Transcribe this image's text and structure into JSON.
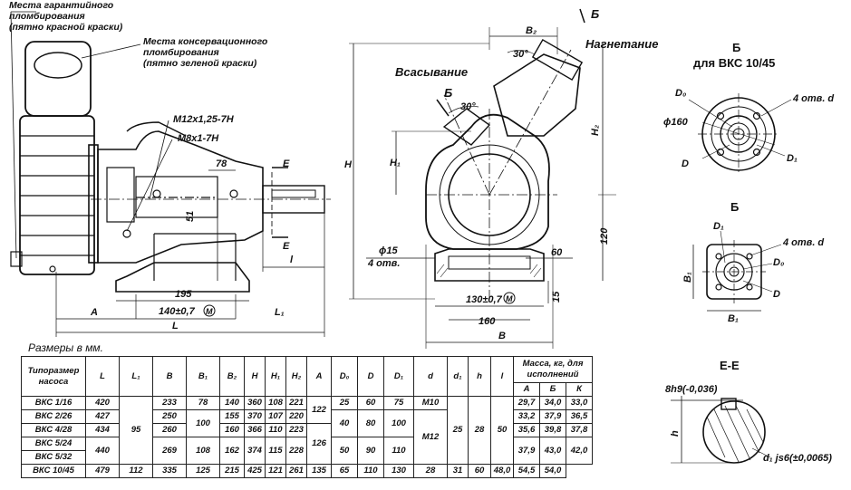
{
  "callouts": {
    "warranty_seal": "Места гарантийного\nпломбирования\n(пятно красной краски)",
    "conservation_seal": "Места консервационного\nпломбирования\n(пятно зеленой краски)",
    "thread_1": "М12х1,25-7Н",
    "thread_2": "М8х1-7Н",
    "suction": "Всасывание",
    "discharge": "Нагнетание",
    "view_b_arrow": "Б",
    "view_b_title": "Б",
    "view_b_sub": "для  ВКС 10/45",
    "view_b2_title": "Б",
    "section_ee_title": "Е-Е",
    "section_e": "Е"
  },
  "dims": {
    "A": "A",
    "L": "L",
    "L1": "L₁",
    "l": "l",
    "B": "B",
    "B1": "B₁",
    "B2": "B₂",
    "H": "H",
    "H1": "H₁",
    "H2": "H₂",
    "D": "D",
    "D0": "D₀",
    "D1": "D₁",
    "h": "h",
    "d1": "d₁ js6(±0,0065)",
    "key": "8h9(-0,036)",
    "dim_195": "195",
    "dim_140": "140±0,7",
    "dim_51": "51",
    "dim_78": "78",
    "dim_130": "130±0,7",
    "dim_160": "160",
    "dim_60": "60",
    "dim_15": "15",
    "dim_120": "120",
    "angle_30a": "30°",
    "angle_30b": "30°",
    "hole_15": "ϕ15",
    "holes_4": "4 отв.",
    "holes_4d_a": "4 отв. d",
    "holes_4d_b": "4 отв. d",
    "phi160": "ϕ160",
    "M": "M"
  },
  "table": {
    "caption": "Размеры в мм.",
    "col_type": "Типоразмер насоса",
    "mass_header": "Масса, кг, для исполнений",
    "headers": [
      "L",
      "L₁",
      "B",
      "B₁",
      "B₂",
      "H",
      "H₁",
      "H₂",
      "A",
      "D₀",
      "D",
      "D₁",
      "d",
      "d₁",
      "h",
      "l"
    ],
    "mass_cols": [
      "А",
      "Б",
      "К"
    ],
    "rows": [
      {
        "name": "ВКС 1/16",
        "L": "420",
        "B": "233",
        "B1": "78",
        "B2": "140",
        "H": "360",
        "H1": "108",
        "H2": "221",
        "D0": "25",
        "D": "60",
        "D1": "75",
        "d": "М10",
        "m": [
          "29,7",
          "34,0",
          "33,0"
        ]
      },
      {
        "name": "ВКС 2/26",
        "L": "427",
        "B": "250",
        "B2": "155",
        "H": "370",
        "H1": "107",
        "H2": "220",
        "m": [
          "33,2",
          "37,9",
          "36,5"
        ]
      },
      {
        "name": "ВКС 4/28",
        "L": "434",
        "B": "260",
        "B2": "160",
        "H": "366",
        "H1": "110",
        "H2": "223",
        "m": [
          "35,6",
          "39,8",
          "37,8"
        ]
      },
      {
        "name": "ВКС 5/24",
        "m": [
          "37,9",
          "43,0",
          "42,0"
        ]
      },
      {
        "name": "ВКС 5/32"
      },
      {
        "name": "ВКС 10/45",
        "L": "479",
        "L1": "112",
        "B": "335",
        "B1": "125",
        "B2": "215",
        "H": "425",
        "H1": "121",
        "H2": "261",
        "A": "135",
        "D0": "65",
        "D": "110",
        "D1": "130",
        "d1": "28",
        "h": "31",
        "l": "60",
        "m": [
          "48,0",
          "54,5",
          "54,0"
        ]
      }
    ],
    "merged": {
      "L1_a": "95",
      "B1_b": "100",
      "A_a": "122",
      "D0_b": "40",
      "D_b": "80",
      "D1_b": "100",
      "L_c": "440",
      "B_c": "269",
      "B1_c": "108",
      "B2_c": "162",
      "H_c": "374",
      "H1_c": "115",
      "H2_c": "228",
      "A_c": "126",
      "D0_c": "50",
      "D_c": "90",
      "D1_c": "110",
      "d_c": "М12",
      "d1_a": "25",
      "h_a": "28",
      "l_a": "50"
    }
  }
}
